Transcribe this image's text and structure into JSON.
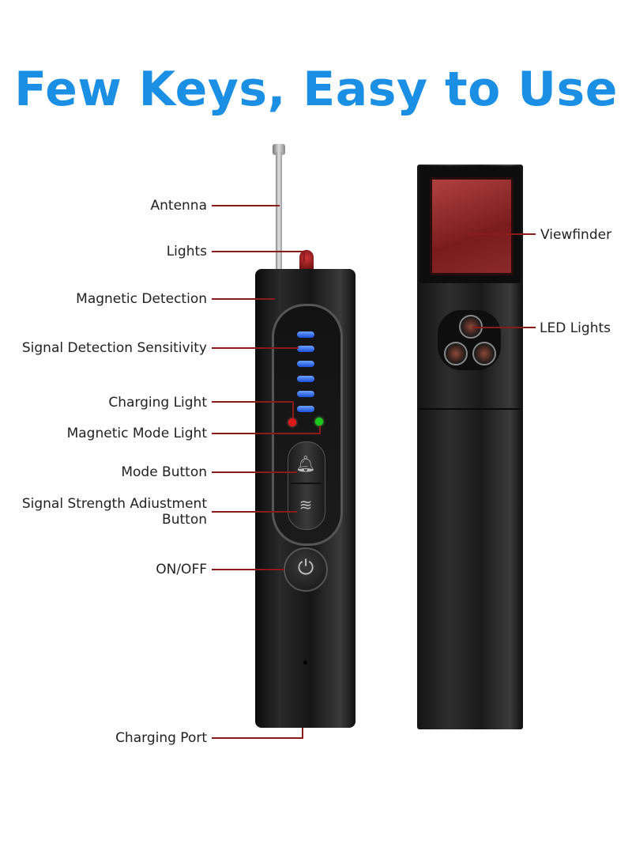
{
  "title": "Few Keys, Easy to Use",
  "labels": {
    "antenna": "Antenna",
    "lights": "Lights",
    "magnetic_detection": "Magnetic Detection",
    "signal_detection_sensitivity": "Signal Detection Sensitivity",
    "charging_light": "Charging Light",
    "magnetic_mode_light": "Magnetic Mode Light",
    "mode_button": "Mode Button",
    "signal_strength_line1": "Signal Strength Adiustment",
    "signal_strength_line2": "Button",
    "on_off": "ON/OFF",
    "charging_port": "Charging Port",
    "viewfinder": "Viewfinder",
    "led_lights": "LED Lights"
  },
  "colors": {
    "title": "#1a8fe3",
    "callout_line": "#8b1a1a",
    "charging_light": "#e01818",
    "magnetic_mode_light": "#1ec91e",
    "sensitivity_bars": "#2f63e6"
  },
  "icons": {
    "mode_button": "siren-icon",
    "signal_button": "wifi-signal-icon",
    "power_button": "power-icon"
  }
}
